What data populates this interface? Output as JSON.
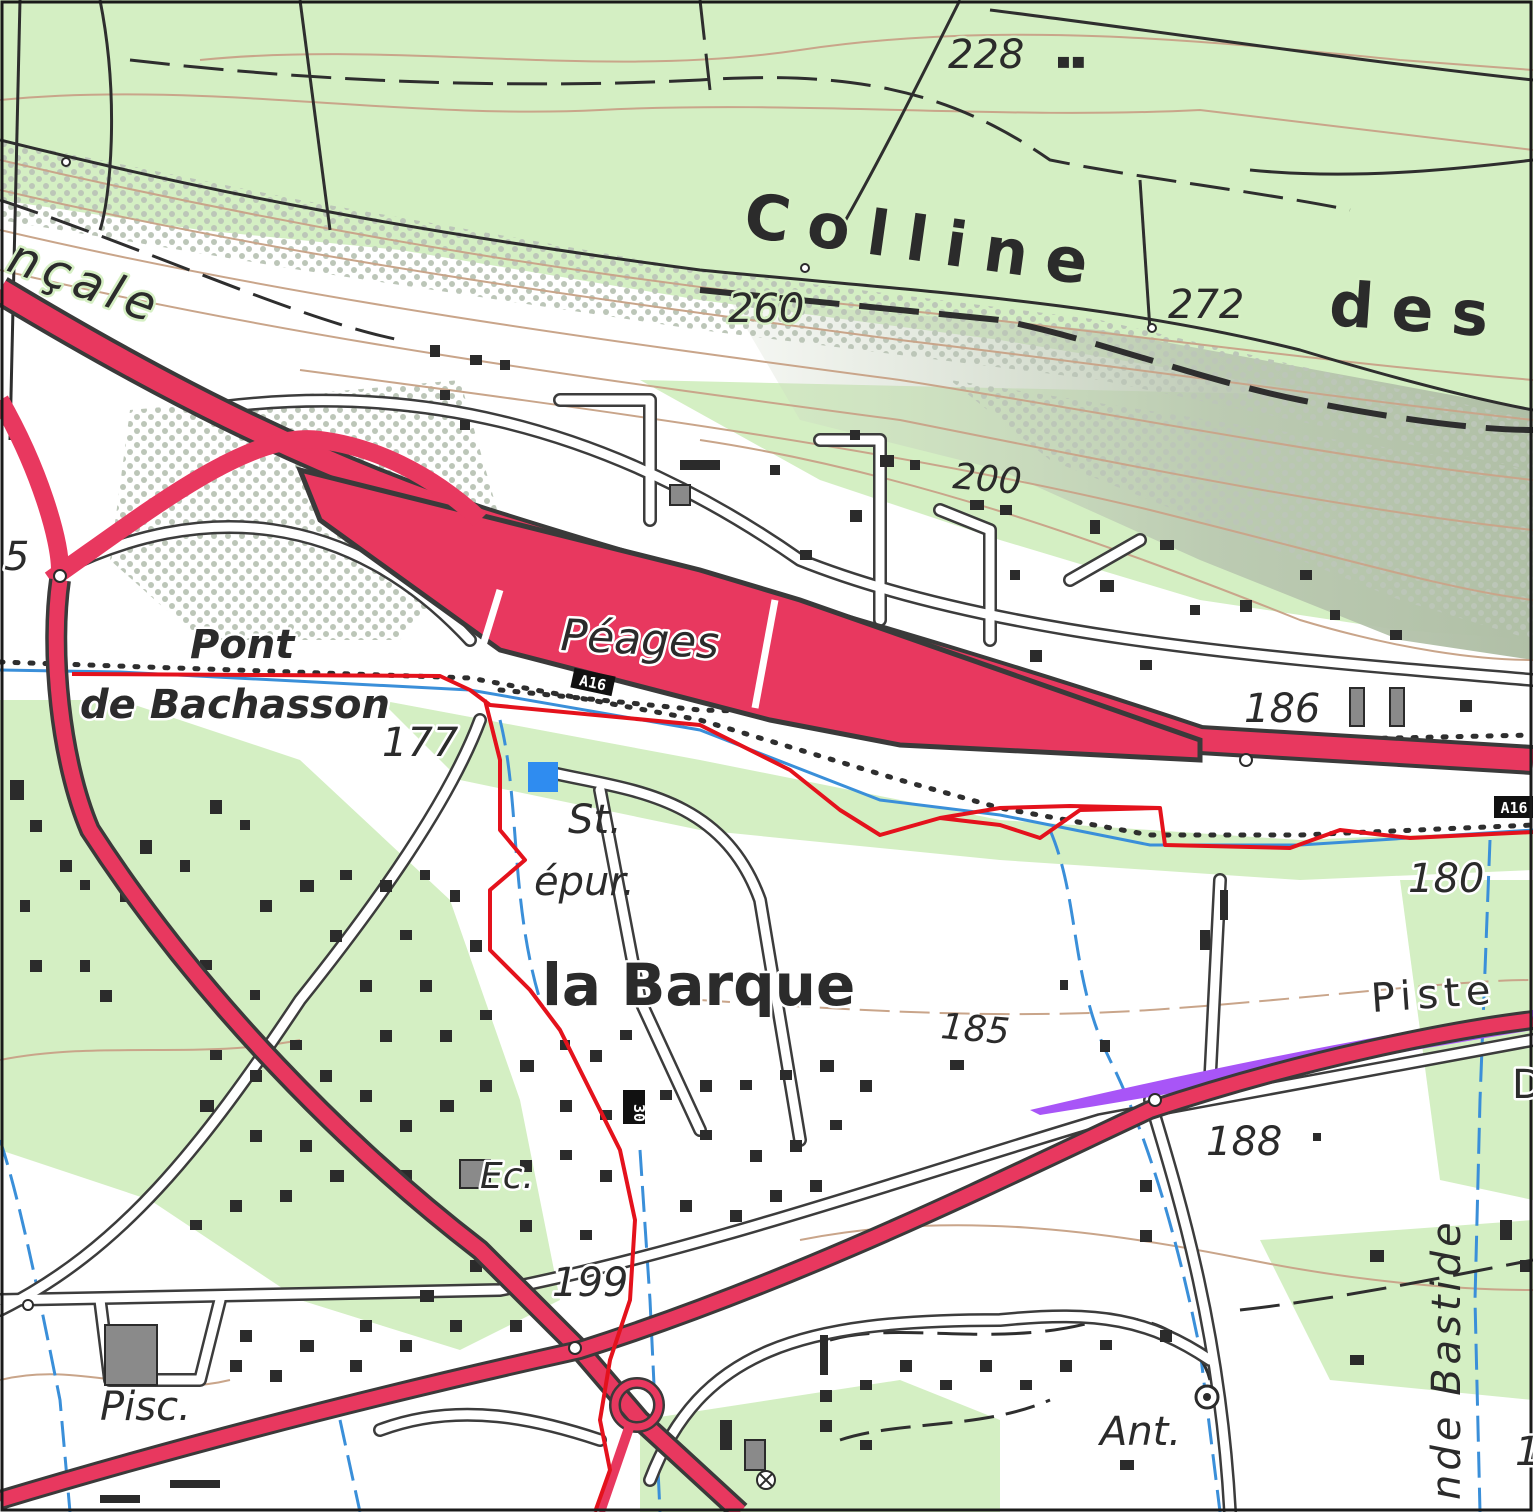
{
  "map": {
    "colors": {
      "vegetation": "#d4efc3",
      "vegetation_edge": "#8fd36b",
      "slope_shade": "#cfd8c6",
      "scree_dots": "#bcc6b8",
      "motorway": "#e8385f",
      "motorway_outline": "#3a3a3a",
      "road": "#ffffff",
      "road_casing": "#3c3c3c",
      "track": "#2e2e2e",
      "building": "#2b2b2b",
      "contour": "#c9a58a",
      "water": "#3a8fd9",
      "route": "#e4121c",
      "bikeway": "#a855f7",
      "station_square": "#2f8cf0",
      "text": "#2b2b2b"
    },
    "labels": {
      "colline": "Colline",
      "des": "des",
      "ncale": "nçale",
      "peages": "Péages",
      "pont": "Pont",
      "de_bachasson": "de Bachasson",
      "la_barque": "la Barque",
      "st": "St.",
      "epur": "épur.",
      "piste": "Piste",
      "bastide": "nde Bastide",
      "ec": "Ec.",
      "pisc": "Pisc.",
      "ant": "Ant.",
      "d_edge": "D",
      "five_edge": "5",
      "one_edge": "1"
    },
    "elevations": {
      "e228": "228",
      "e260": "260",
      "e272": "272",
      "e200": "200",
      "e186": "186",
      "e177": "177",
      "e180": "180",
      "e185": "185",
      "e188": "188",
      "e199": "199"
    },
    "shields": {
      "a16_center": "A16",
      "a16_edge": "A16",
      "d30": "30"
    }
  }
}
